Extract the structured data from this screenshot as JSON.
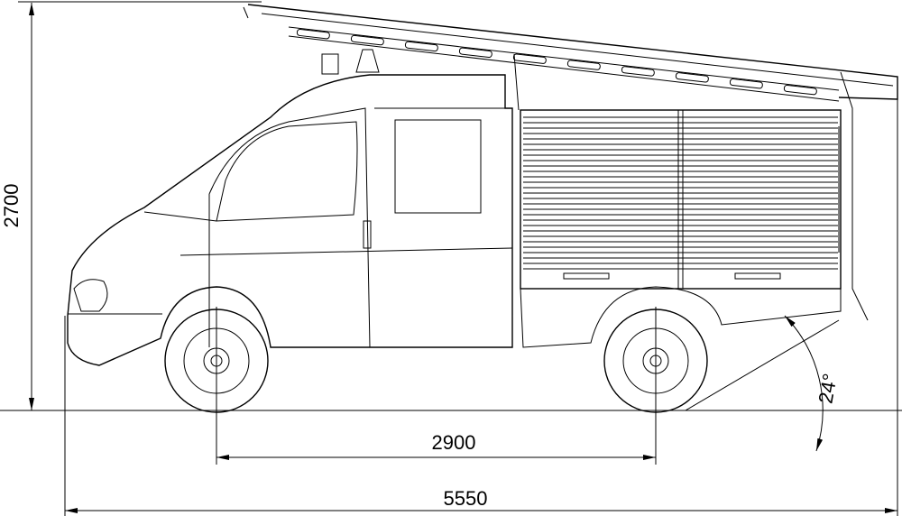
{
  "drawing": {
    "dimensions": {
      "height_label": "2700",
      "wheelbase_label": "2900",
      "length_label": "5550",
      "departure_angle_label": "24°"
    }
  }
}
